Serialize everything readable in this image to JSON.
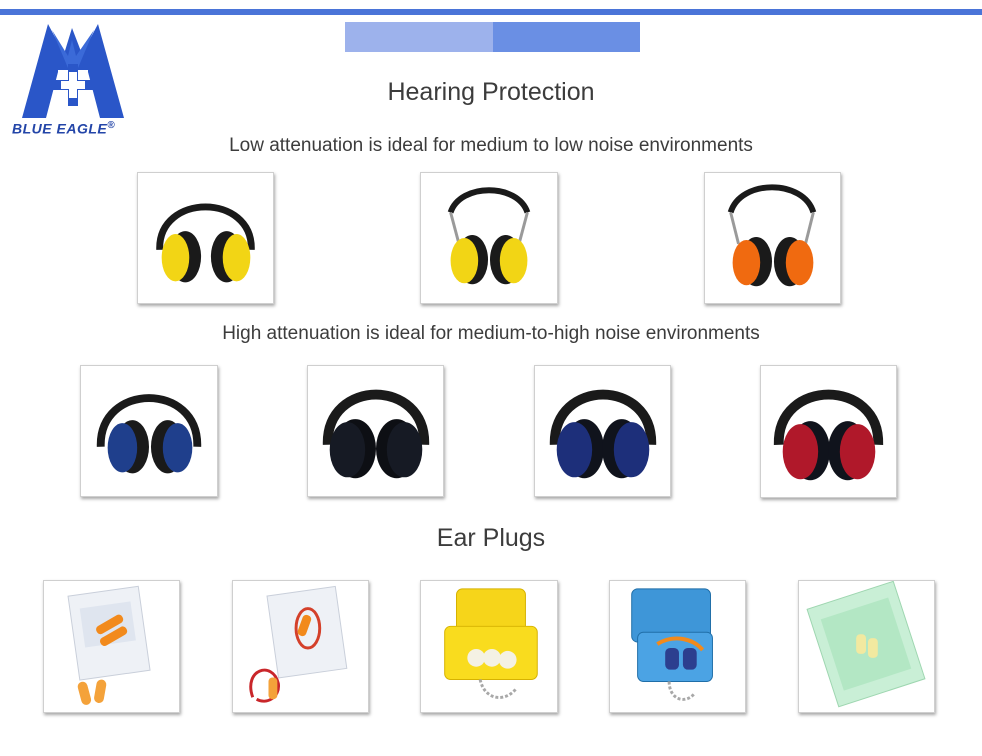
{
  "brand": {
    "name": "BLUE EAGLE",
    "registered_mark": "®",
    "logo_icon": "eagle-cross-logo",
    "color": "#2345a8"
  },
  "headings": {
    "title": "Hearing Protection",
    "low_attenuation": "Low attenuation is ideal for medium to low noise environments",
    "high_attenuation": "High attenuation is ideal for medium-to-high noise environments",
    "ear_plugs": "Ear Plugs"
  },
  "colors": {
    "accent_bar": "#4a74d8",
    "tab_light": "#9db2ec",
    "tab_dark": "#6a8fe4"
  },
  "low_attenuation_products": [
    {
      "icon": "yellow-earmuff-plastic-band",
      "cup_color": "#f2d515"
    },
    {
      "icon": "yellow-earmuff-wire-band",
      "cup_color": "#f2d515"
    },
    {
      "icon": "orange-earmuff-wire-band",
      "cup_color": "#f06a10"
    }
  ],
  "high_attenuation_products": [
    {
      "icon": "blue-earmuff",
      "cup_color": "#1f3f8c"
    },
    {
      "icon": "black-earmuff",
      "cup_color": "#161a24"
    },
    {
      "icon": "navy-earmuff",
      "cup_color": "#1d2f7a"
    },
    {
      "icon": "red-earmuff",
      "cup_color": "#b0182a"
    }
  ],
  "ear_plug_products": [
    {
      "icon": "orange-foam-plugs-bag"
    },
    {
      "icon": "corded-orange-plugs-bag"
    },
    {
      "icon": "yellow-case-white-plugs"
    },
    {
      "icon": "blue-case-flanged-plugs"
    },
    {
      "icon": "green-earplug-pack"
    }
  ]
}
